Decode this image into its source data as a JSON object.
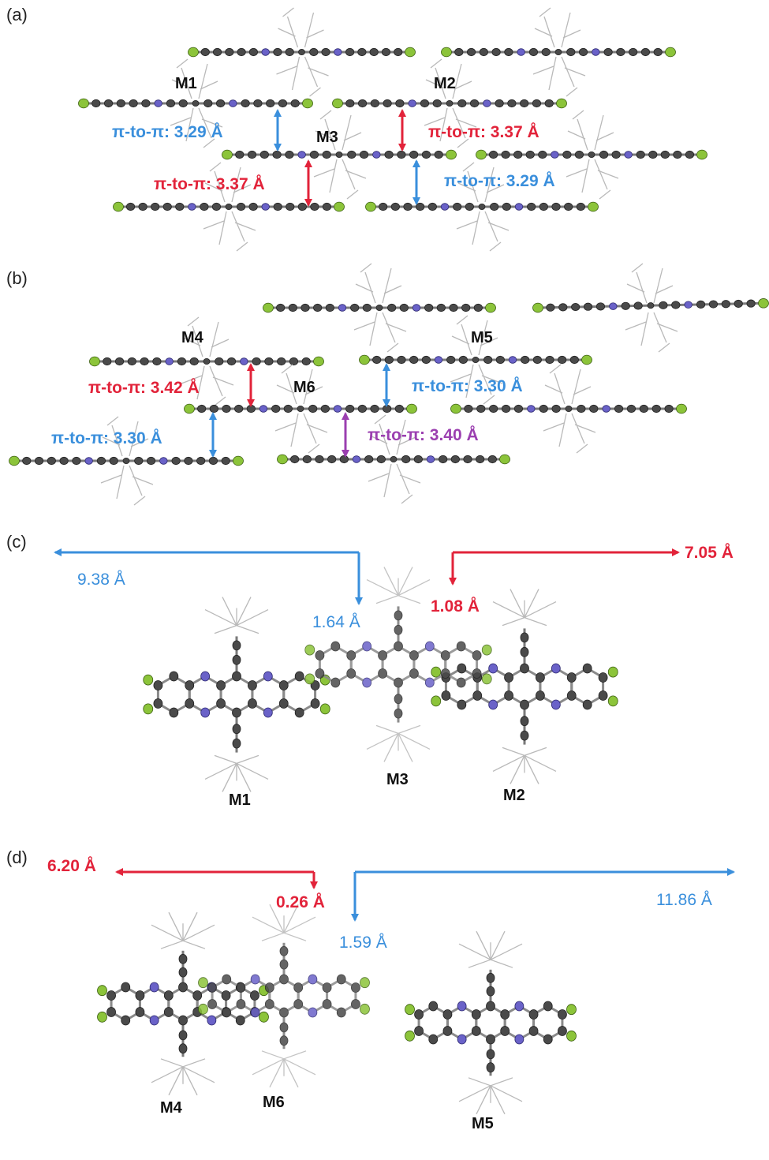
{
  "colors": {
    "blue": "#3a8fdc",
    "red": "#e2233a",
    "purple": "#9b3fb0",
    "carbon": "#4a4a4a",
    "nitrogen": "#6a62c8",
    "chlorine": "#8cc43a"
  },
  "panels": [
    {
      "label": "(a)"
    },
    {
      "label": "(b)"
    },
    {
      "label": "(c)"
    },
    {
      "label": "(d)"
    }
  ],
  "molecules": [
    "M1",
    "M2",
    "M3",
    "M4",
    "M5",
    "M6"
  ],
  "panel_a": {
    "distances": [
      {
        "text": "π-to-π: 3.29 Å",
        "color": "blue"
      },
      {
        "text": "π-to-π: 3.37 Å",
        "color": "red"
      },
      {
        "text": "π-to-π: 3.37 Å",
        "color": "red"
      },
      {
        "text": "π-to-π: 3.29 Å",
        "color": "blue"
      }
    ]
  },
  "panel_b": {
    "distances": [
      {
        "text": "π-to-π: 3.42 Å",
        "color": "red"
      },
      {
        "text": "π-to-π: 3.30 Å",
        "color": "blue"
      },
      {
        "text": "π-to-π: 3.30 Å",
        "color": "blue"
      },
      {
        "text": "π-to-π: 3.40 Å",
        "color": "purple"
      }
    ]
  },
  "panel_c": {
    "offsets": [
      {
        "text": "9.38 Å",
        "color": "blue"
      },
      {
        "text": "1.64 Å",
        "color": "blue"
      },
      {
        "text": "7.05 Å",
        "color": "red"
      },
      {
        "text": "1.08 Å",
        "color": "red"
      }
    ]
  },
  "panel_d": {
    "offsets": [
      {
        "text": "6.20 Å",
        "color": "red"
      },
      {
        "text": "0.26 Å",
        "color": "red"
      },
      {
        "text": "11.86 Å",
        "color": "blue"
      },
      {
        "text": "1.59 Å",
        "color": "blue"
      }
    ]
  }
}
